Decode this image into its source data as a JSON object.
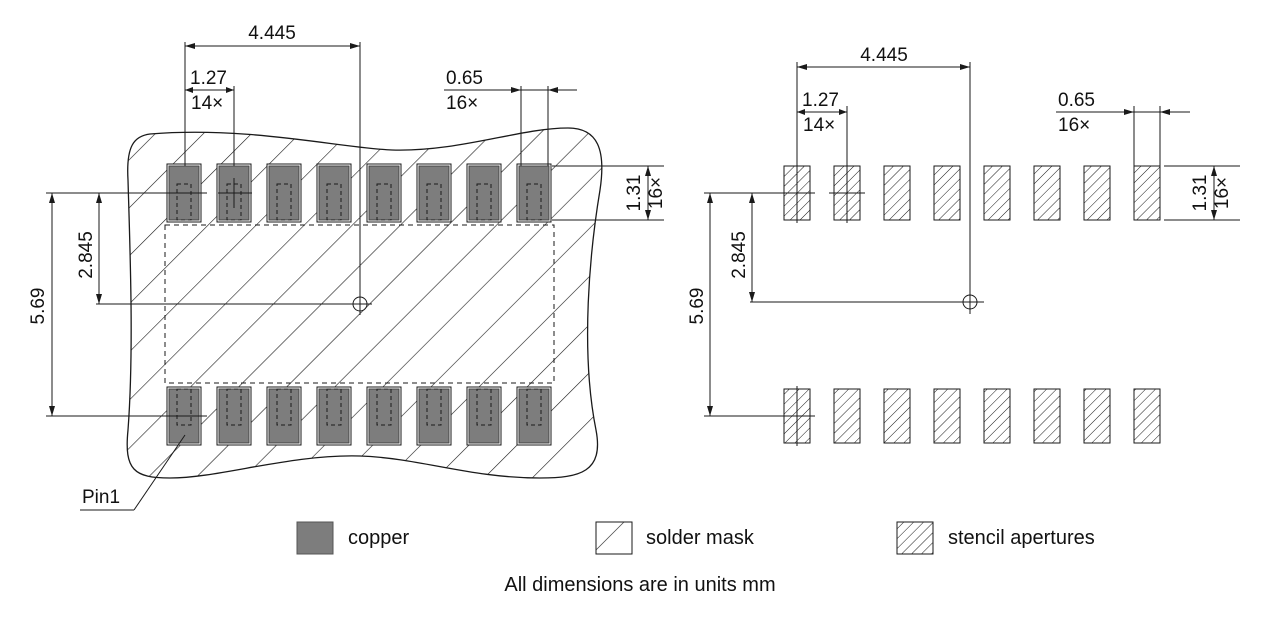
{
  "left_view": {
    "dim_pitch_x": "4.445",
    "dim_pad_pitch": "1.27",
    "dim_pad_pitch_count": "14×",
    "dim_pad_width": "0.65",
    "dim_pad_width_count": "16×",
    "dim_pad_height": "1.31",
    "dim_pad_height_count": "16×",
    "dim_half_row": "2.845",
    "dim_row_span": "5.69",
    "pin1_label": "Pin1"
  },
  "right_view": {
    "dim_pitch_x": "4.445",
    "dim_pad_pitch": "1.27",
    "dim_pad_pitch_count": "14×",
    "dim_pad_width": "0.65",
    "dim_pad_width_count": "16×",
    "dim_pad_height": "1.31",
    "dim_pad_height_count": "16×",
    "dim_half_row": "2.845",
    "dim_row_span": "5.69"
  },
  "legend": {
    "copper": "copper",
    "solder_mask": "solder mask",
    "stencil": "stencil apertures"
  },
  "note": "All dimensions are in units mm",
  "colors": {
    "copper": "#7d7d7d",
    "line": "#1a1a1a"
  },
  "pads_per_row": 8
}
